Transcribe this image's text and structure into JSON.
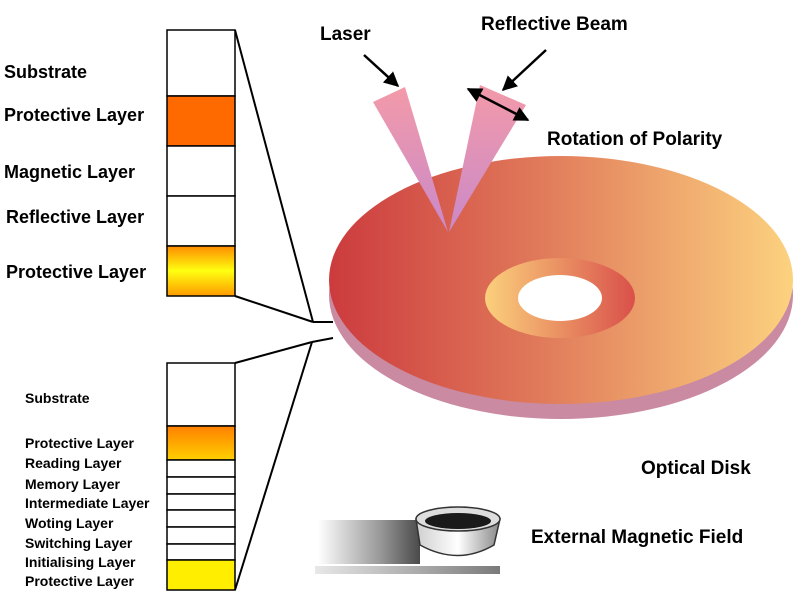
{
  "labels": {
    "laser": "Laser",
    "reflective_beam": "Reflective Beam",
    "rotation_of_polarity": "Rotation of Polarity",
    "optical_disk": "Optical Disk",
    "external_magnetic_field": "External Magnetic Field"
  },
  "stack_top": {
    "layers": [
      {
        "label": "Substrate",
        "fill": "white"
      },
      {
        "label": "Protective Layer",
        "fill": "#ff6a00"
      },
      {
        "label": "Magnetic Layer",
        "fill": "white"
      },
      {
        "label": "Reflective Layer",
        "fill": "white"
      },
      {
        "label": "Protective Layer",
        "fill": "yellow-orange-gradient"
      }
    ]
  },
  "stack_bottom": {
    "layers": [
      {
        "label": "Substrate",
        "fill": "white"
      },
      {
        "label": "Protective Layer",
        "fill": "orange-yellow-gradient"
      },
      {
        "label": "Reading Layer",
        "fill": "white"
      },
      {
        "label": "Memory Layer",
        "fill": "white"
      },
      {
        "label": "Intermediate Layer",
        "fill": "white"
      },
      {
        "label": "Woting Layer",
        "fill": "white"
      },
      {
        "label": "Switching Layer",
        "fill": "white"
      },
      {
        "label": "Initialising Layer",
        "fill": "white"
      },
      {
        "label": "Protective Layer",
        "fill": "#ffee00"
      }
    ]
  },
  "colors": {
    "disk_left": "#cc3b3e",
    "disk_right": "#fcd27f",
    "disk_edge": "#c98aa2",
    "beam": "#d98ab0",
    "orange": "#ff6a00",
    "yellow": "#ffee00"
  }
}
